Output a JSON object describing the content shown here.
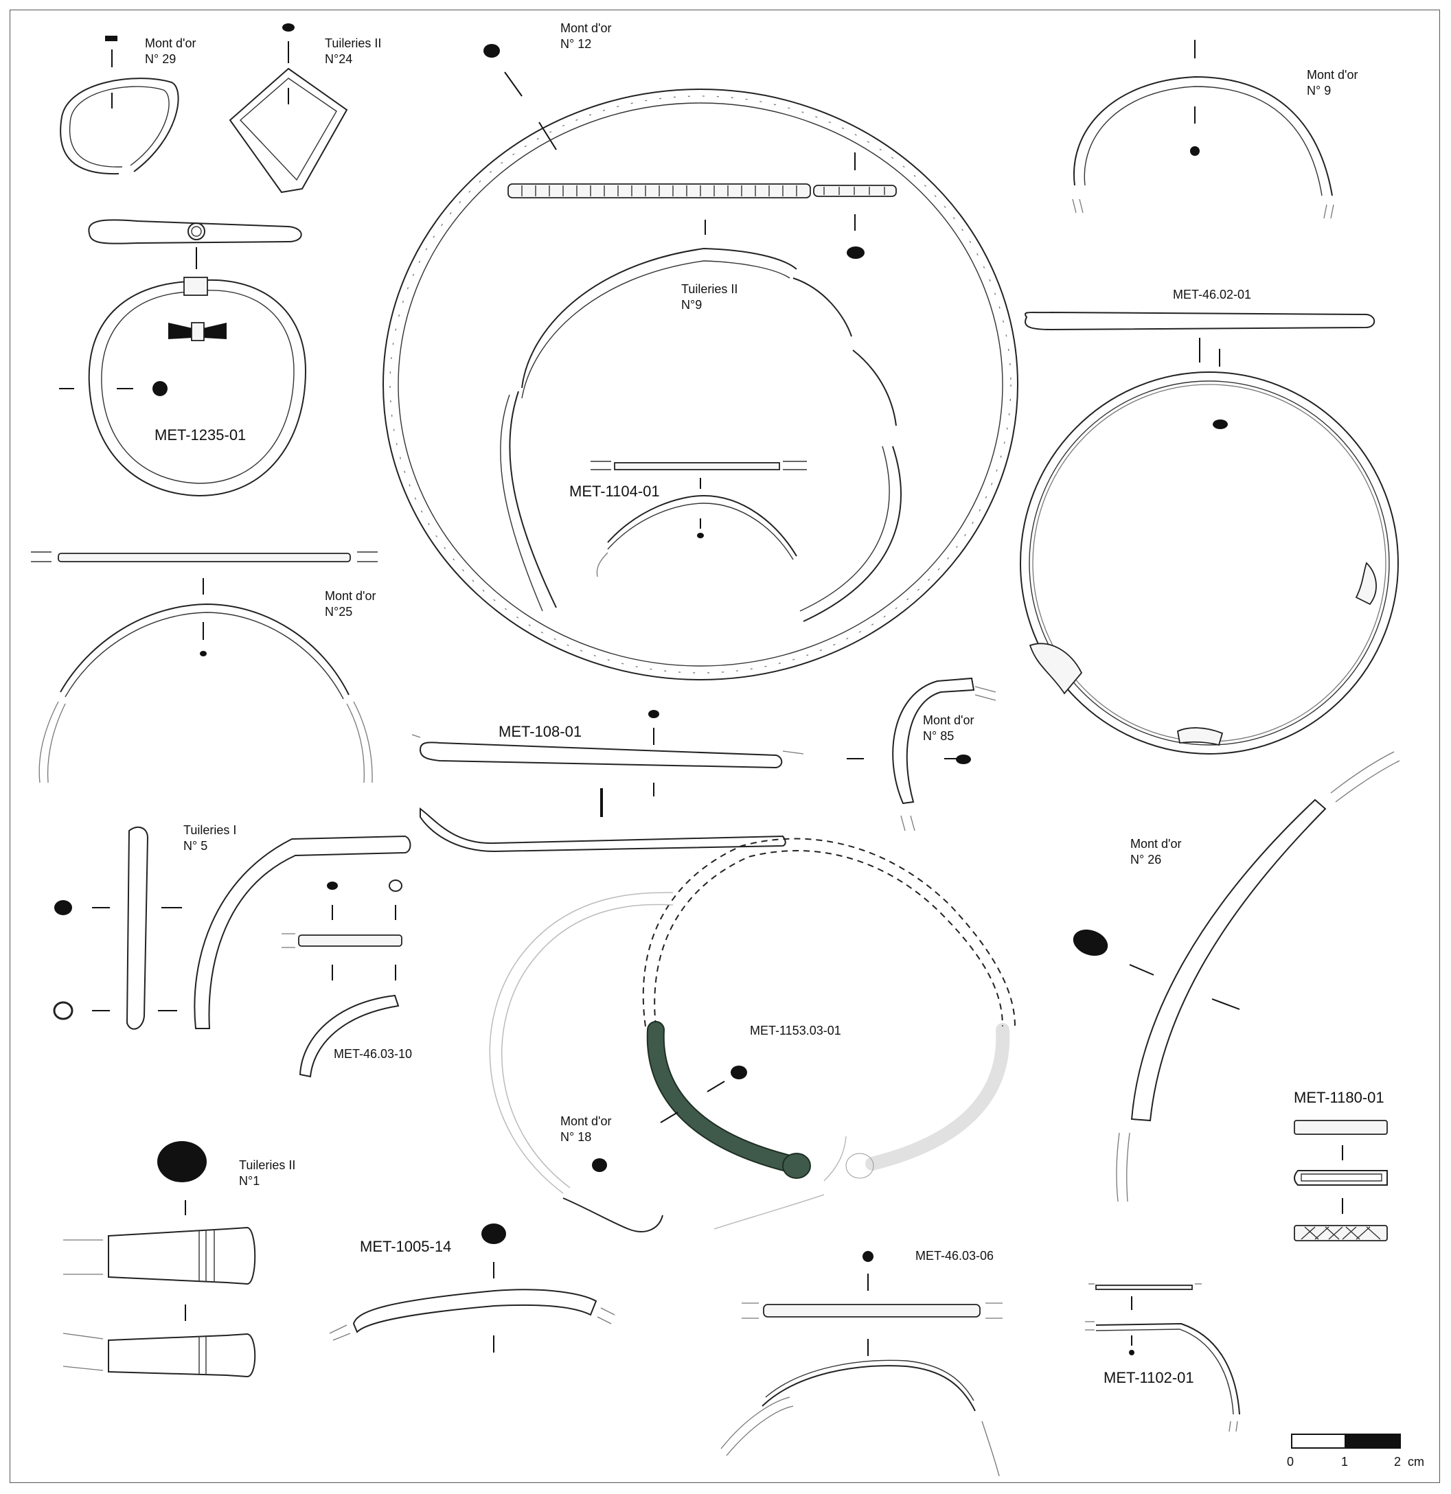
{
  "labels": {
    "mont_or_29": [
      "Mont d'or",
      "N° 29"
    ],
    "tuileries_24": [
      "Tuileries II",
      "N°24"
    ],
    "mont_or_12": [
      "Mont d'or",
      "N° 12"
    ],
    "mont_or_9": [
      "Mont d'or",
      "N° 9"
    ],
    "met_1235": "MET-1235-01",
    "tuileries_9": [
      "Tuileries II",
      "N°9"
    ],
    "met_4602": "MET-46.02-01",
    "met_1104": "MET-1104-01",
    "mont_or_25": [
      "Mont d'or",
      "N°25"
    ],
    "met_108": "MET-108-01",
    "mont_or_85": [
      "Mont d'or",
      "N° 85"
    ],
    "tuileries_5": [
      "Tuileries I",
      "N° 5"
    ],
    "mont_or_26": [
      "Mont d'or",
      "N° 26"
    ],
    "met_4603_10": "MET-46.03-10",
    "met_1153": "MET-1153.03-01",
    "met_1180": "MET-1180-01",
    "mont_or_18": [
      "Mont d'or",
      "N° 18"
    ],
    "tuileries_1": [
      "Tuileries II",
      "N°1"
    ],
    "met_1005": "MET-1005-14",
    "met_4603_06": "MET-46.03-06",
    "met_1102": "MET-1102-01"
  },
  "scale_bar": {
    "ticks": [
      "0",
      "1",
      "2"
    ],
    "unit": "cm"
  },
  "colors": {
    "ink": "#222222",
    "patina_green": "#3f5a4a",
    "ghost": "#bbbbbb"
  }
}
